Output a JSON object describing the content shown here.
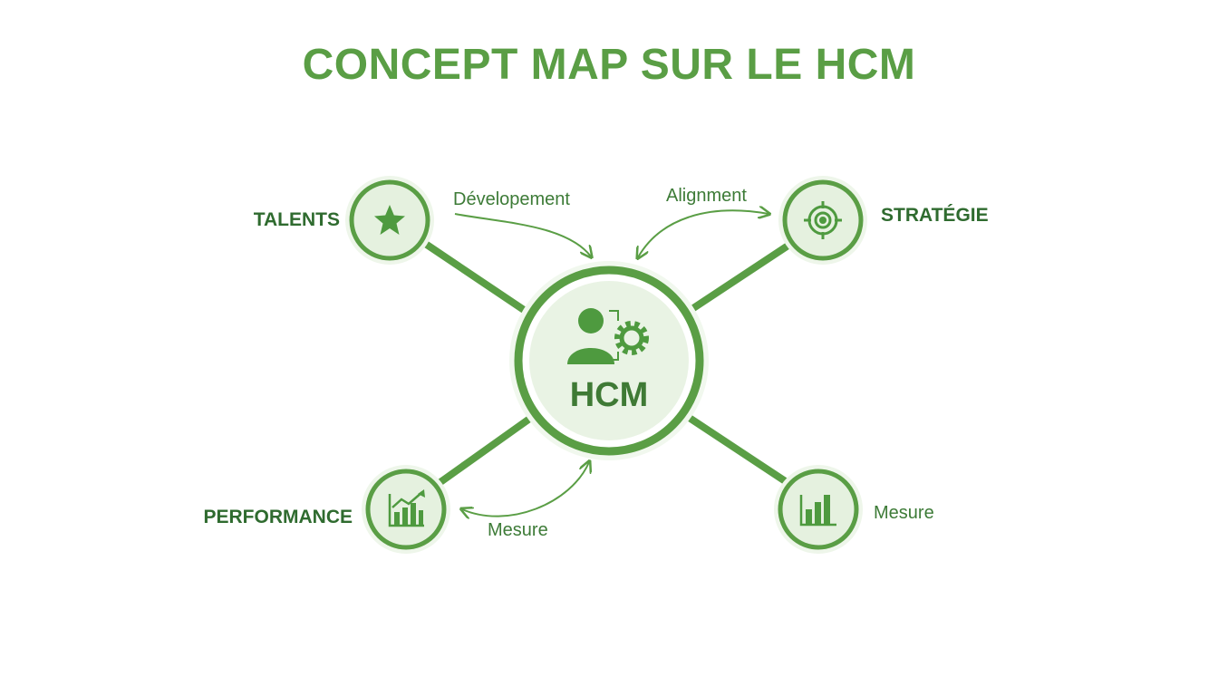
{
  "title": "CONCEPT MAP SUR LE HCM",
  "colors": {
    "accent": "#5a9e45",
    "dark": "#2f6b2f",
    "halo": "#e9f3e4",
    "fill": "#e5f1df"
  },
  "hub": {
    "label": "HCM",
    "icon": "user-gear-icon"
  },
  "nodes": [
    {
      "id": "talents",
      "label": "TALENTS",
      "icon": "star-icon"
    },
    {
      "id": "strategie",
      "label": "STRATÉGIE",
      "icon": "target-icon"
    },
    {
      "id": "performance",
      "label": "PERFORMANCE",
      "icon": "growth-chart-icon"
    },
    {
      "id": "mesure",
      "label": "Mesure",
      "icon": "bar-chart-icon"
    }
  ],
  "edge_labels": {
    "talents": "Dévelopement",
    "strategie": "Alignment",
    "performance": "Mesure"
  }
}
